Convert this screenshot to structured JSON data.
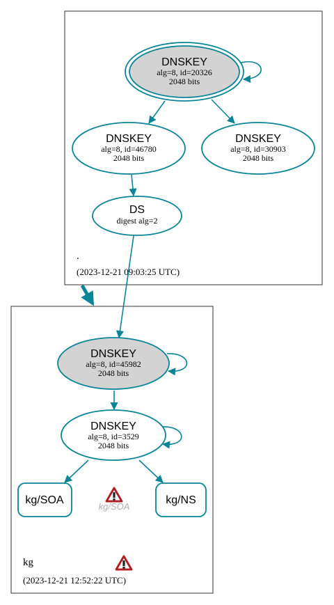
{
  "colors": {
    "edge": "#0a8497",
    "node_fill_trusted": "#d3d3d3",
    "node_fill": "#ffffff",
    "warning": "#c0282d"
  },
  "root_zone": {
    "name": ".",
    "timestamp": "(2023-12-21 09:03:25 UTC)",
    "ksk": {
      "type": "DNSKEY",
      "info": "alg=8, id=20326",
      "bits": "2048 bits"
    },
    "zsk1": {
      "type": "DNSKEY",
      "info": "alg=8, id=46780",
      "bits": "2048 bits"
    },
    "zsk2": {
      "type": "DNSKEY",
      "info": "alg=8, id=30903",
      "bits": "2048 bits"
    },
    "ds": {
      "type": "DS",
      "info": "digest alg=2"
    }
  },
  "kg_zone": {
    "name": "kg",
    "timestamp": "(2023-12-21 12:52:22 UTC)",
    "ksk": {
      "type": "DNSKEY",
      "info": "alg=8, id=45982",
      "bits": "2048 bits"
    },
    "zsk": {
      "type": "DNSKEY",
      "info": "alg=8, id=3529",
      "bits": "2048 bits"
    },
    "soa": "kg/SOA",
    "ns": "kg/NS",
    "warning_label": "kg/SOA"
  },
  "icons": [
    "warning-triangle-icon"
  ]
}
